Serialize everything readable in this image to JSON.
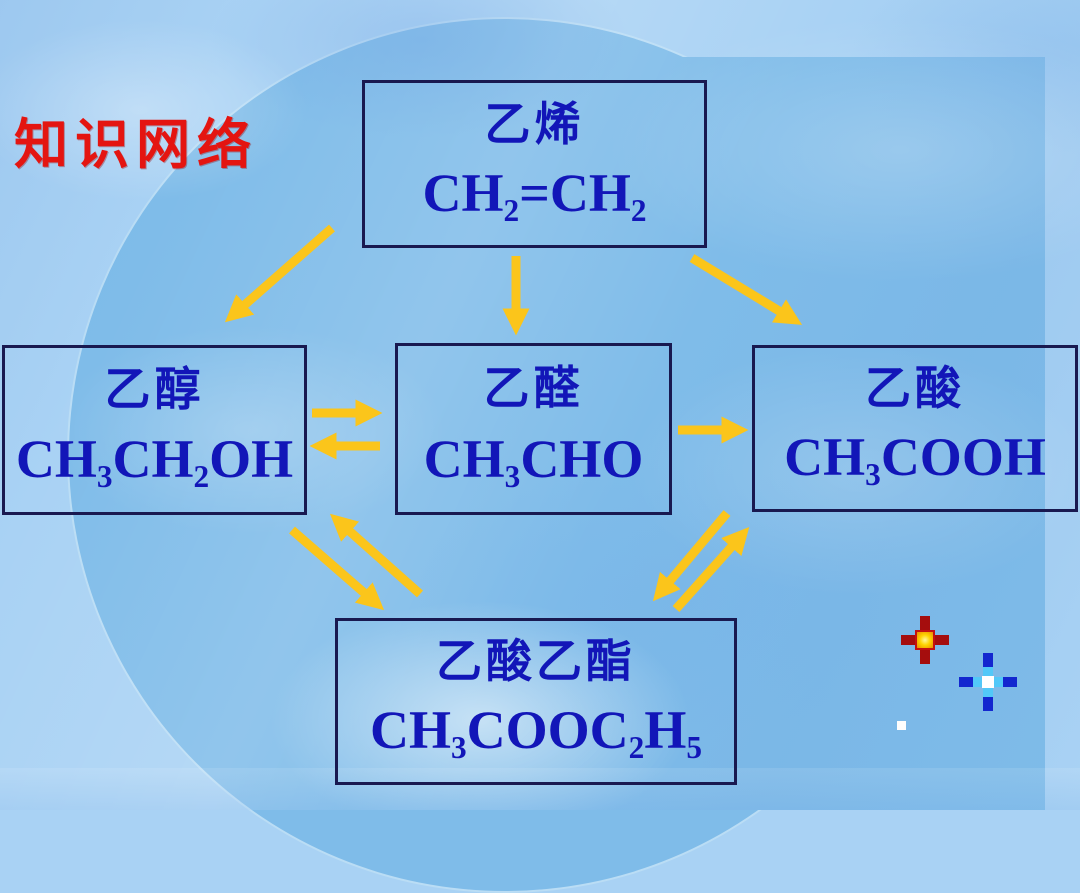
{
  "slide": {
    "title": "知识网络"
  },
  "nodes": {
    "ethylene": {
      "name": "乙烯",
      "formula": [
        {
          "t": "CH"
        },
        {
          "sub": "2"
        },
        {
          "t": "=CH"
        },
        {
          "sub": "2"
        }
      ]
    },
    "ethanol": {
      "name": "乙醇",
      "formula": [
        {
          "t": "CH"
        },
        {
          "sub": "3"
        },
        {
          "t": "CH"
        },
        {
          "sub": "2"
        },
        {
          "t": "OH"
        }
      ]
    },
    "acetaldehyde": {
      "name": "乙醛",
      "formula": [
        {
          "t": "CH"
        },
        {
          "sub": "3"
        },
        {
          "t": "CHO"
        }
      ]
    },
    "acetic_acid": {
      "name": "乙酸",
      "formula": [
        {
          "t": "CH"
        },
        {
          "sub": "3"
        },
        {
          "t": "COOH"
        }
      ]
    },
    "ethyl_acetate": {
      "name": "乙酸乙酯",
      "formula": [
        {
          "t": "CH"
        },
        {
          "sub": "3"
        },
        {
          "t": "COOC"
        },
        {
          "sub": "2"
        },
        {
          "t": "H"
        },
        {
          "sub": "5"
        }
      ]
    }
  },
  "connections": [
    {
      "from": "ethylene",
      "to": "ethanol"
    },
    {
      "from": "ethylene",
      "to": "acetaldehyde"
    },
    {
      "from": "ethylene",
      "to": "acetic_acid"
    },
    {
      "from": "ethanol",
      "to": "acetaldehyde"
    },
    {
      "from": "acetaldehyde",
      "to": "ethanol"
    },
    {
      "from": "acetaldehyde",
      "to": "acetic_acid"
    },
    {
      "from": "ethyl_acetate",
      "to": "ethanol"
    },
    {
      "from": "ethanol",
      "to": "ethyl_acetate"
    },
    {
      "from": "acetic_acid",
      "to": "ethyl_acetate"
    },
    {
      "from": "ethyl_acetate",
      "to": "acetic_acid"
    }
  ],
  "colors": {
    "title": "#e41511",
    "arrow": "#fbc51b",
    "box_border": "#191950",
    "box_text": "#1216b8",
    "bg_base": "#a9d2f4",
    "bg_shape": "#7fbce9"
  },
  "icons": [
    {
      "name": "red-crosshair-icon",
      "colors": [
        "#a50d0d",
        "#ffd400"
      ]
    },
    {
      "name": "blue-crosshair-icon",
      "colors": [
        "#1327cf",
        "#52c8f8",
        "#ffffff"
      ]
    },
    {
      "name": "white-dot",
      "colors": [
        "#fdfdfd"
      ]
    }
  ]
}
